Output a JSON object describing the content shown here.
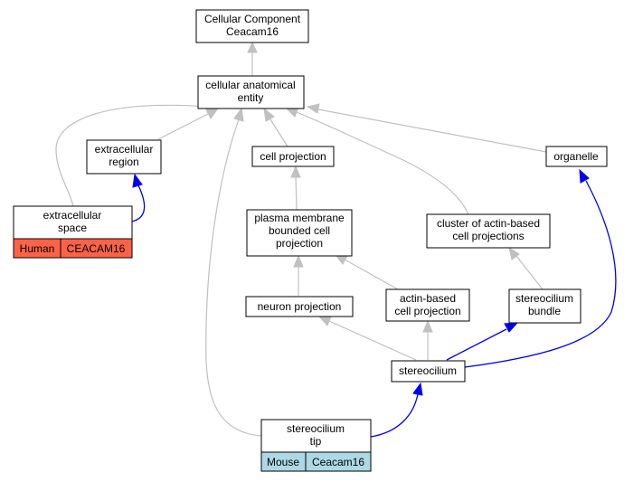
{
  "nodes": {
    "cc_root": {
      "lines": [
        "Cellular Component",
        "Ceacam16"
      ]
    },
    "cae": {
      "lines": [
        "cellular anatomical",
        "entity"
      ]
    },
    "ext_region": {
      "lines": [
        "extracellular",
        "region"
      ]
    },
    "cell_proj": {
      "lines": [
        "cell projection"
      ]
    },
    "organelle": {
      "lines": [
        "organelle"
      ]
    },
    "ext_space": {
      "lines": [
        "extracellular",
        "space"
      ]
    },
    "pm_bounded": {
      "lines": [
        "plasma membrane",
        "bounded cell",
        "projection"
      ]
    },
    "cluster": {
      "lines": [
        "cluster of actin-based",
        "cell projections"
      ]
    },
    "neuron_proj": {
      "lines": [
        "neuron projection"
      ]
    },
    "actin_proj": {
      "lines": [
        "actin-based",
        "cell projection"
      ]
    },
    "ster_bundle": {
      "lines": [
        "stereocilium",
        "bundle"
      ]
    },
    "stereocilium": {
      "lines": [
        "stereocilium"
      ]
    },
    "ster_tip": {
      "lines": [
        "stereocilium",
        "tip"
      ]
    }
  },
  "annotations": {
    "human": {
      "species": "Human",
      "gene": "CEACAM16",
      "color": "#ff6347"
    },
    "mouse": {
      "species": "Mouse",
      "gene": "Ceacam16",
      "color": "#add8e6"
    }
  },
  "colors": {
    "is_a_edge": "#c0c0c0",
    "part_of_edge": "#0000ee"
  }
}
